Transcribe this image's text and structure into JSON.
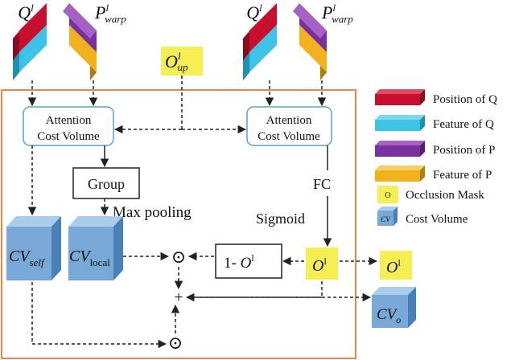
{
  "inputs": {
    "q_left": {
      "base": "Q",
      "sup": "l"
    },
    "p_left": {
      "base": "P",
      "sup": "l",
      "sub": "warp"
    },
    "q_right": {
      "base": "Q",
      "sup": "l"
    },
    "p_right": {
      "base": "P",
      "sup": "l",
      "sub": "warp"
    },
    "o_up": {
      "base": "O",
      "sup": "l",
      "sub": "up"
    }
  },
  "boxes": {
    "attn_left": {
      "line1": "Attention",
      "line2": "Cost Volume"
    },
    "attn_right": {
      "line1": "Attention",
      "line2": "Cost Volume"
    },
    "group": "Group",
    "one_minus_o": {
      "prefix": "1- ",
      "base": "O",
      "sup": "l"
    }
  },
  "labels": {
    "max_pooling": "Max pooling",
    "fc": "FC",
    "sigmoid": "Sigmoid",
    "odot": "⊙",
    "plus": "+"
  },
  "cubes": {
    "cv_self": {
      "base": "CV",
      "sub": "self"
    },
    "cv_local": {
      "base": "CV",
      "sub": "local"
    },
    "cv_o": {
      "base": "CV",
      "sub": "o"
    }
  },
  "masks": {
    "o_center": {
      "base": "O",
      "sup": "l"
    },
    "o_out": {
      "base": "O",
      "sup": "l"
    }
  },
  "legend": [
    {
      "text": "Position of Q",
      "color": "#c8102e"
    },
    {
      "text": "Feature of Q",
      "color": "#3cc3e6"
    },
    {
      "text": "Position of P",
      "color": "#7a2f9e"
    },
    {
      "text": "Feature of P",
      "color": "#f2b21d"
    },
    {
      "text": "Occlusion Mask",
      "symbol": "O"
    },
    {
      "text": "Cost Volume",
      "symbol": "CV"
    }
  ],
  "colors": {
    "pos_q": "#c8102e",
    "feat_q": "#3cc3e6",
    "pos_p": "#7a2f9e",
    "feat_p": "#f2b21d",
    "mask": "#f5ee55",
    "cube_front": "#78a8d6",
    "frame": "#e8864a",
    "attn_border": "#5aa0c8"
  }
}
